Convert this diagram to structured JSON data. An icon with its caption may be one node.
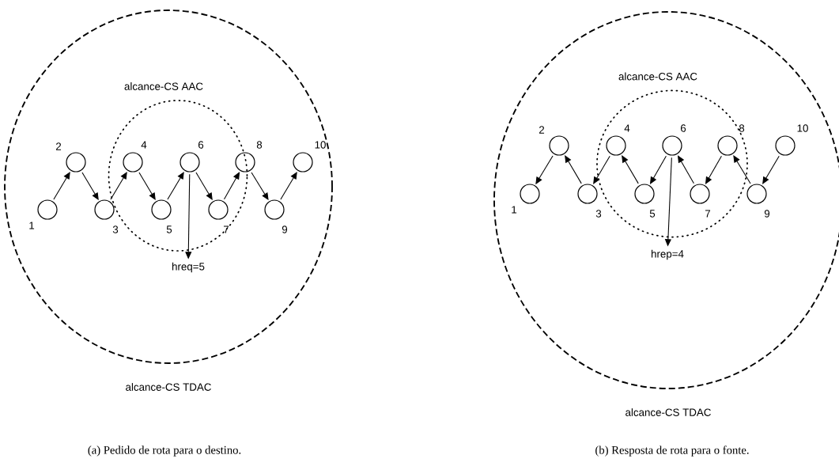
{
  "diagram": {
    "nodes": [
      {
        "text": [
          "alcance-CS TDAC"
        ]
      },
      {
        "text": [
          "alcance-CS AAC"
        ],
        "in": 0
      },
      {
        "text": [],
        "shape": "circle",
        "beside": [
          "1"
        ],
        "in": 0
      },
      {
        "text": [],
        "shape": "circle",
        "beside": [
          "2"
        ],
        "in": 0
      },
      {
        "text": [],
        "shape": "circle",
        "beside": [
          "3"
        ],
        "in": 0
      },
      {
        "text": [],
        "shape": "circle",
        "beside": [
          "4"
        ],
        "in": 1
      },
      {
        "text": [],
        "shape": "circle",
        "beside": [
          "5"
        ],
        "in": 1
      },
      {
        "text": [],
        "shape": "circle",
        "beside": [
          "6"
        ],
        "in": 1
      },
      {
        "text": [],
        "shape": "circle",
        "beside": [
          "7"
        ],
        "in": 1
      },
      {
        "text": [],
        "shape": "circle",
        "beside": [
          "8"
        ],
        "in": 0
      },
      {
        "text": [],
        "shape": "circle",
        "beside": [
          "9"
        ],
        "in": 0
      },
      {
        "text": [],
        "shape": "circle",
        "beside": [
          "10"
        ],
        "in": 0
      },
      {
        "text": [
          "hreq=5"
        ],
        "in": 0
      },
      {
        "text": [
          "alcance-CS TDAC"
        ]
      },
      {
        "text": [
          "alcance-CS AAC"
        ],
        "in": 13
      },
      {
        "text": [],
        "shape": "circle",
        "beside": [
          "1"
        ],
        "in": 13
      },
      {
        "text": [],
        "shape": "circle",
        "beside": [
          "2"
        ],
        "in": 13
      },
      {
        "text": [],
        "shape": "circle",
        "beside": [
          "3"
        ],
        "in": 13
      },
      {
        "text": [],
        "shape": "circle",
        "beside": [
          "4"
        ],
        "in": 14
      },
      {
        "text": [],
        "shape": "circle",
        "beside": [
          "5"
        ],
        "in": 14
      },
      {
        "text": [],
        "shape": "circle",
        "beside": [
          "6"
        ],
        "in": 14
      },
      {
        "text": [],
        "shape": "circle",
        "beside": [
          "7"
        ],
        "in": 14
      },
      {
        "text": [],
        "shape": "circle",
        "beside": [
          "8"
        ],
        "in": 14
      },
      {
        "text": [],
        "shape": "circle",
        "beside": [
          "9"
        ],
        "in": 13
      },
      {
        "text": [],
        "shape": "circle",
        "beside": [
          "10"
        ],
        "in": 13
      },
      {
        "text": [
          "hrep=4"
        ],
        "in": 13
      }
    ],
    "edges": [
      {
        "from": 2,
        "to": 3,
        "arrow": "to"
      },
      {
        "from": 3,
        "to": 4,
        "arrow": "to"
      },
      {
        "from": 4,
        "to": 5,
        "arrow": "to"
      },
      {
        "from": 5,
        "to": 6,
        "arrow": "to"
      },
      {
        "from": 6,
        "to": 7,
        "arrow": "to"
      },
      {
        "from": 7,
        "to": 8,
        "arrow": "to"
      },
      {
        "from": 8,
        "to": 9,
        "arrow": "to"
      },
      {
        "from": 9,
        "to": 10,
        "arrow": "to"
      },
      {
        "from": 10,
        "to": 11,
        "arrow": "to"
      },
      {
        "from": 7,
        "to": 12,
        "arrow": "to"
      },
      {
        "from": 16,
        "to": 15,
        "arrow": "to"
      },
      {
        "from": 17,
        "to": 16,
        "arrow": "to"
      },
      {
        "from": 18,
        "to": 17,
        "arrow": "to"
      },
      {
        "from": 19,
        "to": 18,
        "arrow": "to"
      },
      {
        "from": 20,
        "to": 19,
        "arrow": "to"
      },
      {
        "from": 21,
        "to": 20,
        "arrow": "to"
      },
      {
        "from": 22,
        "to": 21,
        "arrow": "to"
      },
      {
        "from": 23,
        "to": 22,
        "arrow": "to"
      },
      {
        "from": 24,
        "to": 23,
        "arrow": "to"
      },
      {
        "from": 20,
        "to": 25,
        "arrow": "to"
      }
    ],
    "labels": [
      "(a) Pedido de rota para o destino.",
      "(b) Resposta de rota para o fonte."
    ]
  }
}
